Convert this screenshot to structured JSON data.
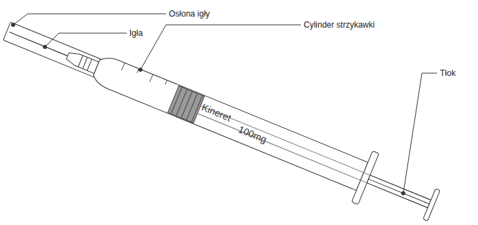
{
  "diagram": {
    "labels": [
      "Osłona igły",
      "Igła",
      "Cylinder strzykawki",
      "Tłok",
      "Kineret",
      "100mg"
    ]
  }
}
